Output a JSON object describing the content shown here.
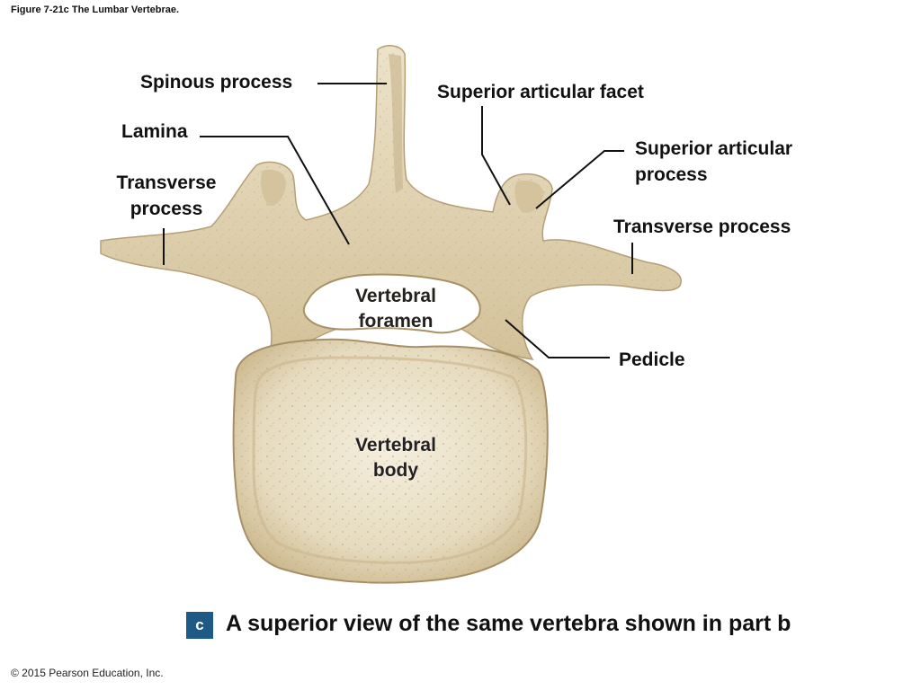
{
  "figure_title": "Figure 7-21c The Lumbar Vertebrae.",
  "labels": {
    "spinous_process": "Spinous process",
    "superior_articular_facet": "Superior articular facet",
    "lamina": "Lamina",
    "superior_articular_process_line1": "Superior articular",
    "superior_articular_process_line2": "process",
    "transverse_process_left_line1": "Transverse",
    "transverse_process_left_line2": "process",
    "transverse_process_right": "Transverse process",
    "vertebral_foramen_line1": "Vertebral",
    "vertebral_foramen_line2": "foramen",
    "pedicle": "Pedicle",
    "vertebral_body_line1": "Vertebral",
    "vertebral_body_line2": "body"
  },
  "caption": {
    "badge": "c",
    "text": "A superior view of the same vertebra shown in part b"
  },
  "copyright": "© 2015 Pearson Education, Inc.",
  "colors": {
    "bone": "#e7dcc0",
    "bone_shadow": "#c9b48e",
    "badge": "#1e5a86"
  }
}
